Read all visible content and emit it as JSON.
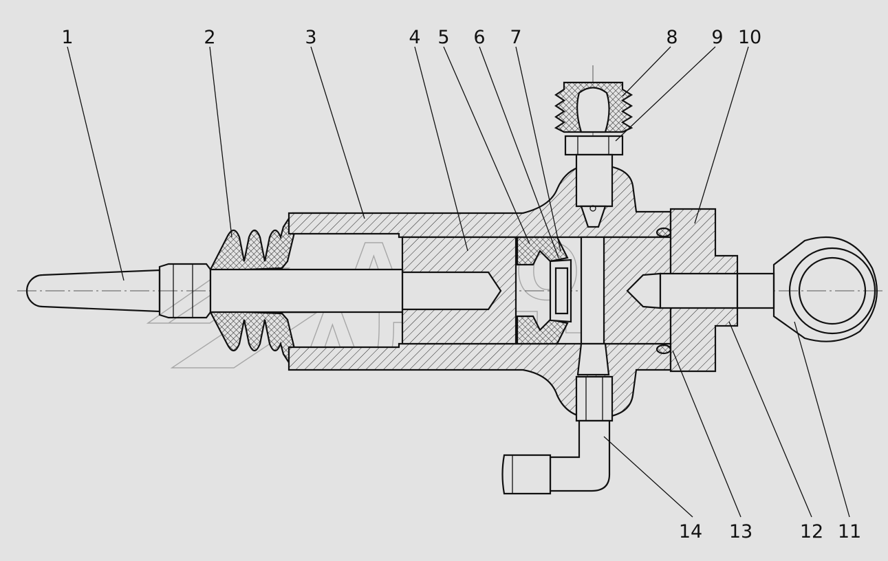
{
  "figure": {
    "callouts": [
      {
        "num": "1"
      },
      {
        "num": "2"
      },
      {
        "num": "3"
      },
      {
        "num": "4"
      },
      {
        "num": "5"
      },
      {
        "num": "6"
      },
      {
        "num": "7"
      },
      {
        "num": "8"
      },
      {
        "num": "9"
      },
      {
        "num": "10"
      },
      {
        "num": "11"
      },
      {
        "num": "12"
      },
      {
        "num": "13"
      },
      {
        "num": "14"
      }
    ],
    "watermark": {
      "line1": "АВТО",
      "line2": "АЛЬЯНС"
    },
    "colors": {
      "background": "#e3e3e3",
      "line": "#111111",
      "watermark": "#777777"
    }
  }
}
